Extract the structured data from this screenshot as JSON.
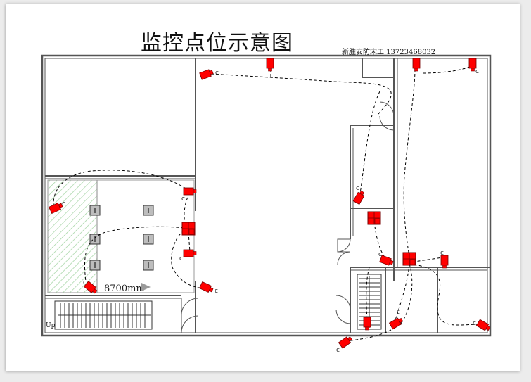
{
  "title": "监控点位示意图",
  "company": "新胜安防宋工    13723468032",
  "dimension_label": "8700mm",
  "stair_label": "Up",
  "colors": {
    "camera": "#ff0000",
    "wall": "#555555",
    "hatch": "#9fd29f",
    "cable": "#000000"
  },
  "cameras": [
    "camera-1",
    "camera-2",
    "camera-3",
    "camera-4",
    "camera-5",
    "camera-6",
    "camera-7",
    "camera-8",
    "camera-9",
    "camera-10",
    "camera-11",
    "camera-12",
    "camera-13",
    "camera-14",
    "camera-15"
  ]
}
